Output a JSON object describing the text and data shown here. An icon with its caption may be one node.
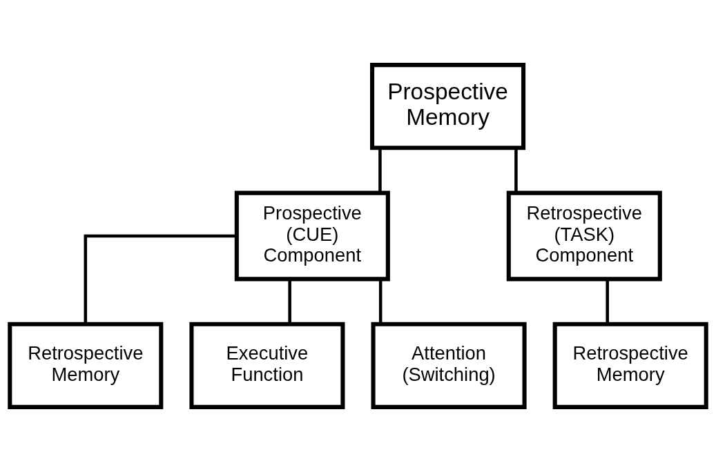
{
  "diagram": {
    "nodes": [
      {
        "text": [
          "Prospective Memory"
        ]
      },
      {
        "text": [
          "Prospective (CUE) Component"
        ]
      },
      {
        "text": [
          "Retrospective (TASK) Component"
        ]
      },
      {
        "text": [
          "Retrospective Memory"
        ]
      },
      {
        "text": [
          "Executive Function"
        ]
      },
      {
        "text": [
          "Attention (Switching)"
        ]
      },
      {
        "text": [
          "Retrospective Memory"
        ]
      }
    ],
    "edges": [
      {
        "from": 0,
        "to": 1,
        "arrow": "none"
      },
      {
        "from": 0,
        "to": 2,
        "arrow": "none"
      },
      {
        "from": 1,
        "to": 3,
        "arrow": "none"
      },
      {
        "from": 1,
        "to": 4,
        "arrow": "none"
      },
      {
        "from": 1,
        "to": 5,
        "arrow": "none"
      },
      {
        "from": 2,
        "to": 6,
        "arrow": "none"
      }
    ]
  }
}
